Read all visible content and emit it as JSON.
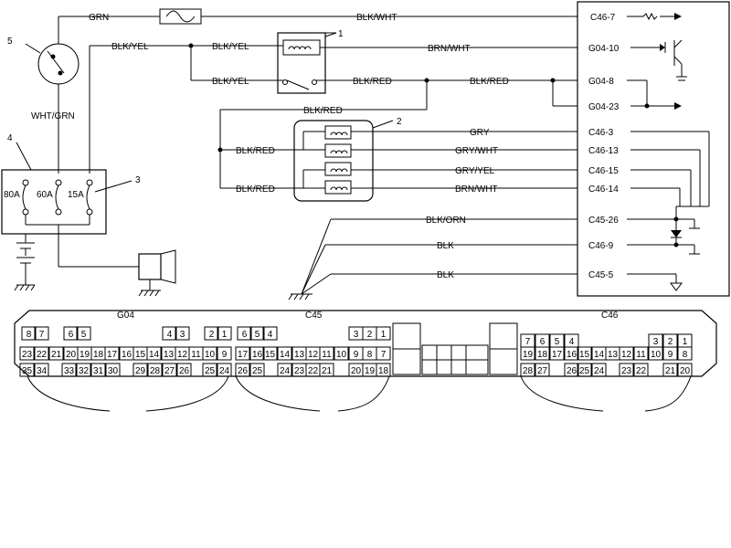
{
  "wire_labels": {
    "grn": "GRN",
    "blk_wht": "BLK/WHT",
    "blk_yel_a": "BLK/YEL",
    "blk_yel_b": "BLK/YEL",
    "blk_yel_c": "BLK/YEL",
    "brn_wht_a": "BRN/WHT",
    "blk_red_a": "BLK/RED",
    "blk_red_b": "BLK/RED",
    "blk_red_c": "BLK/RED",
    "blk_red_d": "BLK/RED",
    "blk_red_e": "BLK/RED",
    "wht_grn": "WHT/GRN",
    "gry": "GRY",
    "gry_wht": "GRY/WHT",
    "gry_yel": "GRY/YEL",
    "brn_wht_b": "BRN/WHT",
    "blk_orn": "BLK/ORN",
    "blk_a": "BLK",
    "blk_b": "BLK"
  },
  "terminals": [
    "C46-7",
    "G04-10",
    "G04-8",
    "G04-23",
    "C46-3",
    "C46-13",
    "C46-15",
    "C46-14",
    "C45-26",
    "C46-9",
    "C45-5"
  ],
  "callouts": [
    "1",
    "2",
    "3",
    "4",
    "5"
  ],
  "fuses": [
    "80A",
    "60A",
    "15A"
  ],
  "connector_titles": {
    "g04": "G04",
    "c45": "C45",
    "c46": "C46"
  },
  "g04_pins": {
    "r1": [
      "8",
      "7",
      "6",
      "5",
      "4",
      "3",
      "2",
      "1"
    ],
    "r2": [
      "23",
      "22",
      "21",
      "20",
      "19",
      "18",
      "17",
      "16",
      "15",
      "14",
      "13",
      "12",
      "11",
      "10",
      "9"
    ],
    "r3": [
      "35",
      "34",
      "33",
      "32",
      "31",
      "30",
      "29",
      "28",
      "27",
      "26",
      "25",
      "24"
    ]
  },
  "c45_pins": {
    "r1": [
      "6",
      "5",
      "4",
      "3",
      "2",
      "1"
    ],
    "r2": [
      "17",
      "16",
      "15",
      "14",
      "13",
      "12",
      "11",
      "10",
      "9",
      "8",
      "7"
    ],
    "r3": [
      "26",
      "25",
      "24",
      "23",
      "22",
      "21",
      "20",
      "19",
      "18"
    ]
  },
  "c46_pins": {
    "r1": [
      "7",
      "6",
      "5",
      "4",
      "3",
      "2",
      "1"
    ],
    "r2": [
      "19",
      "18",
      "17",
      "16",
      "15",
      "14",
      "13",
      "12",
      "11",
      "10",
      "9",
      "8"
    ],
    "r3": [
      "28",
      "27",
      "26",
      "25",
      "24",
      "23",
      "22",
      "21",
      "20"
    ]
  }
}
